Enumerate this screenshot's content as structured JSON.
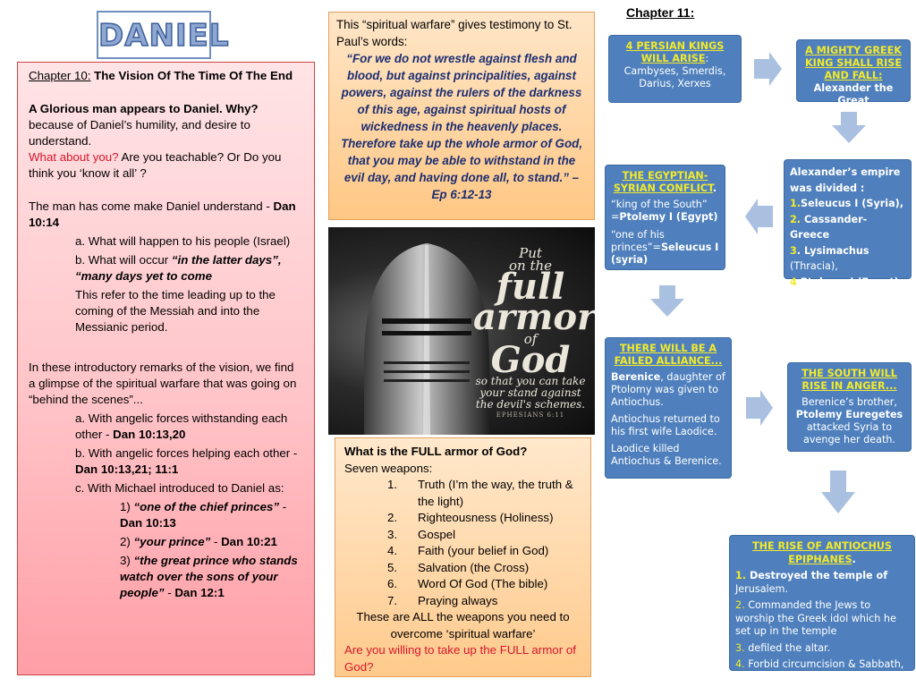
{
  "logo": {
    "text": "DANIEL"
  },
  "chapter10": {
    "heading_label": "Chapter 10:",
    "heading_title": " The Vision Of The Time Of The End",
    "glorious_bold": "A Glorious man appears to Daniel. Why?",
    "glorious_rest": " because of Daniel’s humility, and desire to understand.",
    "what_about_you": "What about you?",
    "teachable": " Are you teachable? Or Do you think you ‘know it all’ ?",
    "man_came": "The man has come make Daniel understand - ",
    "man_came_ref": "Dan 10:14",
    "item_a": "a. What will happen to his people (Israel)",
    "item_b_prefix": "b. What will occur ",
    "item_b_quote": "“in the latter days”, “many days yet to come",
    "refers": "This refer to the time leading up to the coming of the Messiah and into the Messianic period.",
    "intro": "In these introductory remarks of the vision, we find a glimpse of the spiritual warfare that was going on “behind the scenes”...",
    "warfare_a": "a. With angelic forces withstanding each other - ",
    "warfare_a_ref": "Dan 10:13,20",
    "warfare_b": "b. With angelic forces helping each other - ",
    "warfare_b_ref": "Dan 10:13,21; 11:1",
    "warfare_c": "c. With Michael introduced to Daniel as:",
    "m1_num": "1) ",
    "m1_quote": "“one of the chief princes”",
    "m1_sep": " - ",
    "m1_ref": "Dan 10:13",
    "m2_num": "2) ",
    "m2_quote": "“your prince”",
    "m2_sep": " - ",
    "m2_ref": "Dan 10:21",
    "m3_num": "3) ",
    "m3_quote": "“the great prince who stands watch over the sons of your people”",
    "m3_sep": " - ",
    "m3_ref": "Dan 12:1"
  },
  "quote_panel": {
    "intro": "This “spiritual warfare” gives testimony to St. Paul’s words:",
    "quote": "“For we do not wrestle against flesh and blood, but against principalities, against powers, against the rulers of the darkness of this age, against spiritual hosts of wickedness in the heavenly places. Therefore take up the whole armor of God, that you may be able to withstand in the evil day, and having done all, to stand.” –",
    "ref": "Ep 6:12-13"
  },
  "armor_image": {
    "line1": "Put",
    "line2": "on the",
    "line3": "full",
    "line4": "armor",
    "line5": "of",
    "line6": "God",
    "line7": "so that you can take your stand against the devil's schemes.",
    "line8": "EPHESIANS 6:11"
  },
  "weapons": {
    "title": "What is the FULL armor of God?",
    "subtitle": "Seven weapons:",
    "items": [
      {
        "num": "1.",
        "text": "Truth (I’m the way, the truth & the light)"
      },
      {
        "num": "2.",
        "text": "Righteousness (Holiness)"
      },
      {
        "num": "3.",
        "text": "Gospel"
      },
      {
        "num": "4.",
        "text": "Faith (your belief in God)"
      },
      {
        "num": "5.",
        "text": "Salvation (the Cross)"
      },
      {
        "num": "6.",
        "text": "Word Of God (The bible)"
      },
      {
        "num": "7.",
        "text": "Praying always"
      }
    ],
    "closing": "These are ALL  the weapons  you need to overcome ‘spiritual warfare’",
    "question": "Are you willing to take up the FULL armor of God?"
  },
  "chapter11": {
    "heading": "Chapter 11:",
    "persian": {
      "title": "4 PERSIAN KINGS WILL ARISE",
      "colon": ":",
      "body": "Cambyses, Smerdis, Darius, Xerxes"
    },
    "greek": {
      "title": "A MIGHTY GREEK KING SHALL RISE AND FALL:",
      "body": "Alexander the Great"
    },
    "empire": {
      "title": "Alexander’s empire was divided :",
      "i1_num": "1.",
      "i1_text": "Seleucus I (Syria),",
      "i2_num": "2.",
      "i2_text": " Cassander-Greece",
      "i3_num": " 3",
      "i3_text": ". Lysimachus",
      "i3_sub": "(Thracia),",
      "i4_num": "4",
      "i4_text": " Ptolemy I (Egypt)"
    },
    "egypt": {
      "title": "THE EGYPTIAN-SYRIAN CONFLICT",
      "dot": ".",
      "south_q": "“king of the South” =",
      "south_a": "Ptolemy I (Egypt)",
      "princes_q": " “one of his princes”=",
      "princes_a": "Seleucus I (syria)"
    },
    "alliance": {
      "title": "THERE WILL BE A FAILED ALLIANCE...",
      "b1_name": "Berenice",
      "b1_rest": ", daughter of Ptolomy was given to Antiochus.",
      "b2": "Antiochus returned to his first wife Laodice.",
      "b3": "Laodice killed Antiochus & Berenice."
    },
    "south": {
      "title": "THE SOUTH WILL RISE IN ANGER...",
      "t1": "Berenice’s brother,",
      "t2": "Ptolemy Euregetes",
      "t3": " attacked Syria to avenge her death."
    },
    "antiochus": {
      "title": "THE RISE OF ANTIOCHUS EPIPHANES",
      "dot": ".",
      "i1_num": "1.",
      "i1_bold": " Destroyed the temple of",
      "i1_rest": " Jerusalem.",
      "i2_num": "2.",
      "i2_text": " Commanded the Jews to worship the Greek idol which he set up in the temple",
      "i3_num": " 3.",
      "i3_text": " defiled the altar.",
      "i4_num": "4.",
      "i4_text": " Forbid circumcision & Sabbath,"
    }
  }
}
